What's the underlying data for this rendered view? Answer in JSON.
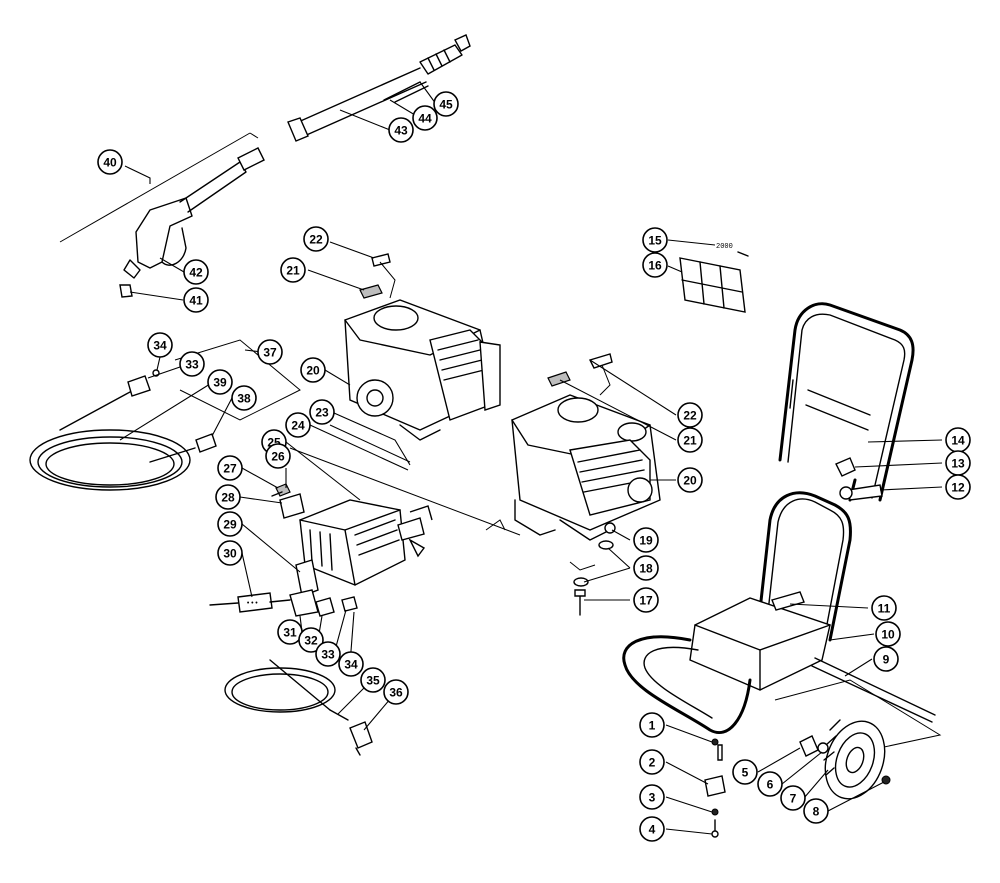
{
  "diagram": {
    "callouts": [
      {
        "id": "c40",
        "label": "40"
      },
      {
        "id": "c42",
        "label": "42"
      },
      {
        "id": "c41",
        "label": "41"
      },
      {
        "id": "c43",
        "label": "43"
      },
      {
        "id": "c44",
        "label": "44"
      },
      {
        "id": "c45",
        "label": "45"
      },
      {
        "id": "c22a",
        "label": "22"
      },
      {
        "id": "c21a",
        "label": "21"
      },
      {
        "id": "c20a",
        "label": "20"
      },
      {
        "id": "c23",
        "label": "23"
      },
      {
        "id": "c24",
        "label": "24"
      },
      {
        "id": "c25",
        "label": "25"
      },
      {
        "id": "c26",
        "label": "26"
      },
      {
        "id": "c27",
        "label": "27"
      },
      {
        "id": "c28",
        "label": "28"
      },
      {
        "id": "c29",
        "label": "29"
      },
      {
        "id": "c30",
        "label": "30"
      },
      {
        "id": "c31",
        "label": "31"
      },
      {
        "id": "c32",
        "label": "32"
      },
      {
        "id": "c33b",
        "label": "33"
      },
      {
        "id": "c34b",
        "label": "34"
      },
      {
        "id": "c35",
        "label": "35"
      },
      {
        "id": "c36",
        "label": "36"
      },
      {
        "id": "c34a",
        "label": "34"
      },
      {
        "id": "c33a",
        "label": "33"
      },
      {
        "id": "c37",
        "label": "37"
      },
      {
        "id": "c39",
        "label": "39"
      },
      {
        "id": "c38",
        "label": "38"
      },
      {
        "id": "c15",
        "label": "15"
      },
      {
        "id": "c16",
        "label": "16"
      },
      {
        "id": "c22b",
        "label": "22"
      },
      {
        "id": "c21b",
        "label": "21"
      },
      {
        "id": "c20b",
        "label": "20"
      },
      {
        "id": "c19",
        "label": "19"
      },
      {
        "id": "c18",
        "label": "18"
      },
      {
        "id": "c17",
        "label": "17"
      },
      {
        "id": "c14",
        "label": "14"
      },
      {
        "id": "c13",
        "label": "13"
      },
      {
        "id": "c12",
        "label": "12"
      },
      {
        "id": "c11",
        "label": "11"
      },
      {
        "id": "c10",
        "label": "10"
      },
      {
        "id": "c9",
        "label": "9"
      },
      {
        "id": "c1",
        "label": "1"
      },
      {
        "id": "c2",
        "label": "2"
      },
      {
        "id": "c3",
        "label": "3"
      },
      {
        "id": "c4",
        "label": "4"
      },
      {
        "id": "c5",
        "label": "5"
      },
      {
        "id": "c6",
        "label": "6"
      },
      {
        "id": "c7",
        "label": "7"
      },
      {
        "id": "c8",
        "label": "8"
      }
    ],
    "decal_text": "2000",
    "frame_decal_text": "———",
    "nozzle_tag_text": "•••"
  }
}
